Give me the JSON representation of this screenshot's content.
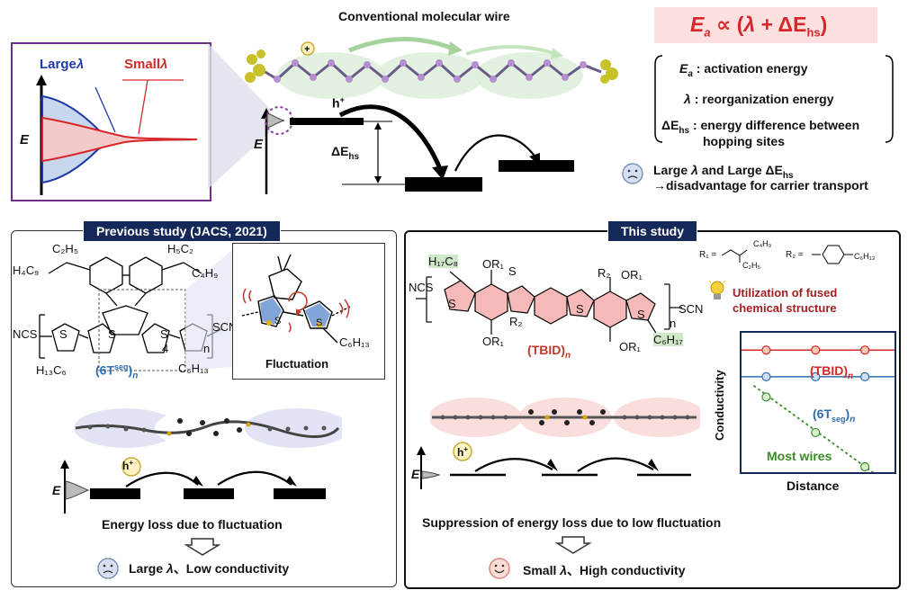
{
  "top": {
    "title": "Conventional molecular wire",
    "inset_large": "Large",
    "inset_small": "Small",
    "lambda": "λ",
    "axis_E": "E",
    "h_plus": "h",
    "plus_sup": "+",
    "delta": "ΔE",
    "hs_sub": "hs"
  },
  "formula": {
    "Ea": "E",
    "a_sub": "a",
    "propto": " ∝ (",
    "lambda": "λ",
    "plus_delta": " + ΔE",
    "hs_sub": "hs",
    "close": ")"
  },
  "defs": {
    "ea_label": "E",
    "ea_sub": "a",
    "ea_text": ": activation energy",
    "lambda_label": "λ",
    "lambda_text": ": reorganization energy",
    "dehs_label": "ΔE",
    "dehs_sub": "hs",
    "dehs_text1": ": energy difference between",
    "dehs_text2": "hopping sites",
    "bad_line1a": "Large ",
    "bad_line1b": "λ",
    "bad_line1c": " and Large ΔE",
    "bad_line1d": "hs",
    "bad_line2": "→disadvantage for carrier transport"
  },
  "previous": {
    "header": "Previous study (JACS, 2021)",
    "fluctuation": "Fluctuation",
    "name": "(6T",
    "name_sup": "seg",
    "name_close": ")",
    "name_n": "n",
    "chem_ncs": "NCS",
    "chem_scn": "SCN",
    "chem_s": "S",
    "chem_4": "4",
    "chem_n": "n",
    "chem_c2h5a": "C₂H₅",
    "chem_h4c9": "H₄C₉",
    "chem_h5c2": "H₅C₂",
    "chem_c4h9": "C₄H₉",
    "chem_h13c6": "H₁₃C₆",
    "chem_c6h13": "C₆H₁₃",
    "h_plus": "h",
    "plus_sup": "+",
    "axis_E": "E",
    "loss": "Energy loss due to fluctuation",
    "result_a": "Large ",
    "result_lambda": "λ",
    "result_b": "、Low conductivity"
  },
  "current": {
    "header": "This study",
    "name": "(TBID)",
    "name_n": "n",
    "r1": "R₁ =",
    "r2": "R₂ =",
    "c4h9": "C₄H₉",
    "c2h5": "C₂H₅",
    "c6h13": "C₆H₁₃",
    "or1": "OR₁",
    "r2l": "R₂",
    "h17c8": "H₁₇C₈",
    "c6h17": "C₆H₁₇",
    "ncs": "NCS",
    "scn": "SCN",
    "s": "S",
    "n": "n",
    "fused_1": "Utilization of fused",
    "fused_2": "chemical structure",
    "h_plus": "h",
    "plus_sup": "+",
    "axis_E": "E",
    "suppress": "Suppression of energy loss due to low fluctuation",
    "result_a": "Small ",
    "result_lambda": "λ",
    "result_b": "、High conductivity"
  },
  "chart_data": {
    "type": "line",
    "xlabel": "Distance",
    "ylabel": "Conductivity",
    "x": [
      1,
      2,
      3
    ],
    "series": [
      {
        "name": "(TBID)",
        "sub": "n",
        "values": [
          0.92,
          0.92,
          0.92
        ],
        "color": "#d62828"
      },
      {
        "name": "(6T",
        "sup": "seg",
        "tail": ")",
        "sub": "n",
        "values": [
          0.71,
          0.71,
          0.71
        ],
        "color": "#2f6db0"
      },
      {
        "name": "Most wires",
        "values": [
          0.55,
          0.27,
          0.0
        ],
        "color": "#3a8a26"
      }
    ]
  },
  "colors": {
    "navy": "#14285a",
    "red": "#d62828",
    "blue": "#2f6db0",
    "green": "#3a8a26",
    "pinkbox": "#fde0e0",
    "purple": "#8a3aa0"
  }
}
